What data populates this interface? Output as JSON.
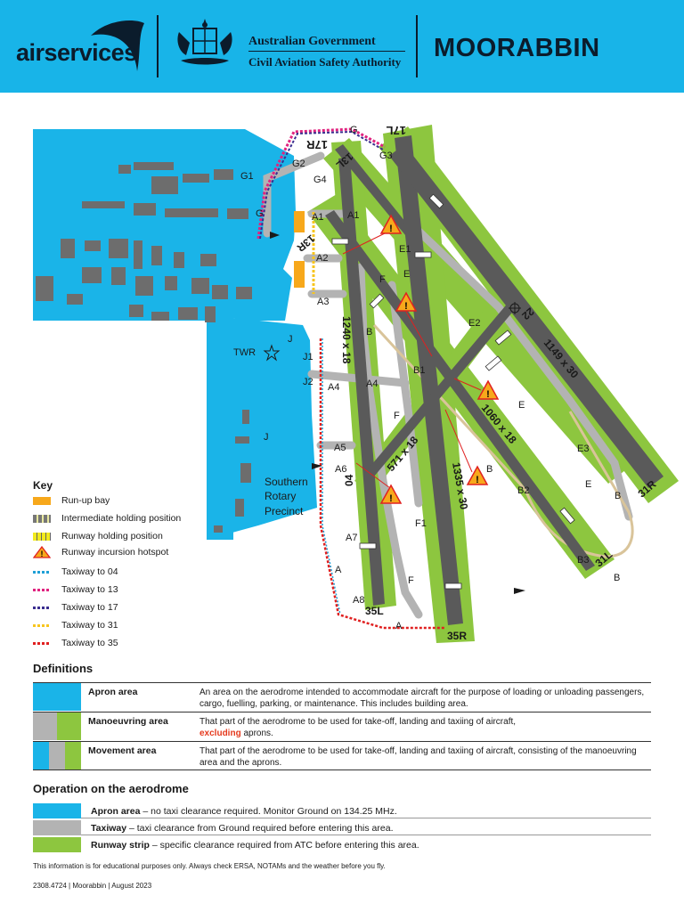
{
  "header": {
    "logo": "airservices",
    "gov_line1": "Australian Government",
    "gov_line2": "Civil Aviation Safety Authority",
    "airport_name": "MOORABBIN"
  },
  "map_labels": {
    "runways": [
      "17R",
      "13L",
      "17L",
      "13R",
      "04",
      "22",
      "31R",
      "31L",
      "35L",
      "35R"
    ],
    "dimensions": [
      "1240 x 18",
      "1149 x 30",
      "1060 x 18",
      "571 x 18",
      "1335 x 30"
    ],
    "taxiways": [
      "G",
      "G1",
      "G2",
      "G3",
      "G4",
      "A",
      "A1",
      "A2",
      "A3",
      "A4",
      "A5",
      "A6",
      "A7",
      "A8",
      "B",
      "B1",
      "B2",
      "B3",
      "E",
      "E1",
      "E2",
      "E3",
      "F",
      "F1",
      "J",
      "J1",
      "J2"
    ],
    "places": [
      "TWR",
      "Southern",
      "Rotary",
      "Precinct"
    ]
  },
  "key": {
    "title": "Key",
    "items": [
      {
        "label": "Run-up bay",
        "color": "#f7a81b"
      },
      {
        "label": "Intermediate holding position",
        "color": "#e8e8a0"
      },
      {
        "label": "Runway holding position",
        "color": "#f2ea1e"
      },
      {
        "label": "Runway incursion hotspot",
        "color": "#f7a81b"
      },
      {
        "label": "Taxiway to 04",
        "color": "#1e9fd6"
      },
      {
        "label": "Taxiway to 13",
        "color": "#e0237f"
      },
      {
        "label": "Taxiway to 17",
        "color": "#3a2d8f"
      },
      {
        "label": "Taxiway to 31",
        "color": "#f7c51e"
      },
      {
        "label": "Taxiway to 35",
        "color": "#e02020"
      }
    ]
  },
  "definitions": {
    "title": "Definitions",
    "rows": [
      {
        "term": "Apron area",
        "desc": "An area on the aerodrome intended to accommodate aircraft for the purpose of loading or unloading passengers, cargo, fuelling, parking, or maintenance. This includes building area."
      },
      {
        "term": "Manoeuvring area",
        "desc_before": "That part of the aerodrome to be used for take-off, landing and taxiing of aircraft,",
        "desc_excl": "excluding",
        "desc_after": " aprons."
      },
      {
        "term": "Movement area",
        "desc": "That part of the aerodrome to be used for take-off, landing and taxiing of aircraft, consisting of the manoeuvring area and the aprons."
      }
    ]
  },
  "operation": {
    "title": "Operation on the aerodrome",
    "rows": [
      {
        "term": "Apron area",
        "desc": " – no taxi clearance required. Monitor Ground on 134.25 MHz.",
        "color": "#1ab4e8"
      },
      {
        "term": "Taxiway",
        "desc": " – taxi clearance from Ground required before entering this area.",
        "color": "#b3b3b3"
      },
      {
        "term": "Runway strip",
        "desc": " – specific clearance required from ATC before entering this area.",
        "color": "#8dc63f"
      }
    ]
  },
  "footer": {
    "disclaimer": "This information is for educational purposes only. Always check ERSA, NOTAMs and the weather before you fly.",
    "ref": "2308.4724 | Moorabbin | August 2023"
  },
  "colors": {
    "header_bg": "#18b4e8",
    "apron": "#1ab4e8",
    "taxiway": "#b3b3b3",
    "runway_strip": "#8dc63f",
    "runway": "#5a5a5a"
  }
}
